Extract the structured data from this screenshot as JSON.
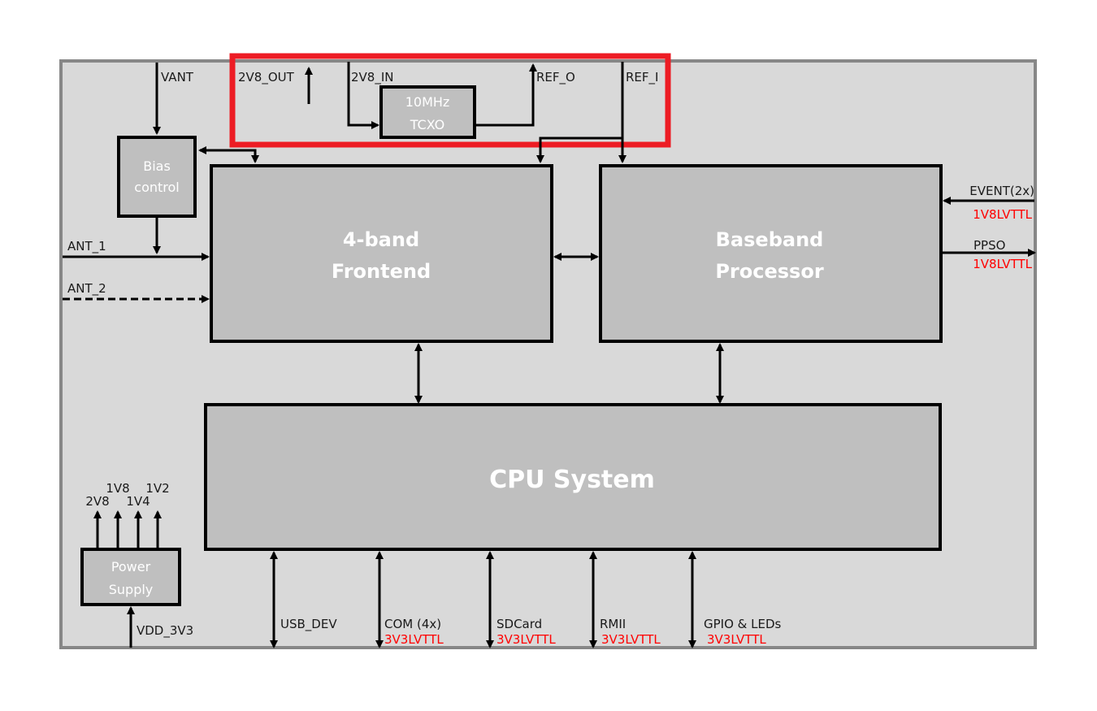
{
  "colors": {
    "background": "#d9d9d9",
    "frame": "#878787",
    "block_fill": "#bfbfbf",
    "highlight": "#ed1c24",
    "signal_level": "#ff0000"
  },
  "blocks": {
    "tcxo": {
      "line1": "10MHz",
      "line2": "TCXO"
    },
    "bias": {
      "line1": "Bias",
      "line2": "control"
    },
    "frontend": {
      "line1": "4-band",
      "line2": "Frontend"
    },
    "baseband": {
      "line1": "Baseband",
      "line2": "Processor"
    },
    "cpu": {
      "line1": "CPU System"
    },
    "power": {
      "line1": "Power",
      "line2": "Supply"
    }
  },
  "signals": {
    "vant": "VANT",
    "v2v8_out": "2V8_OUT",
    "v2v8_in": "2V8_IN",
    "ref_o": "REF_O",
    "ref_i": "REF_I",
    "ant_1": "ANT_1",
    "ant_2": "ANT_2",
    "event": {
      "name": "EVENT(2x)",
      "level": "1V8LVTTL"
    },
    "ppso": {
      "name": "PPSO",
      "level": "1V8LVTTL"
    },
    "vdd": "VDD_3V3",
    "power_outputs": [
      "2V8",
      "1V8",
      "1V4",
      "1V2"
    ]
  },
  "cpu_interfaces": [
    {
      "name": "USB_DEV",
      "level": ""
    },
    {
      "name": "COM (4x)",
      "level": "3V3LVTTL"
    },
    {
      "name": "SDCard",
      "level": "3V3LVTTL"
    },
    {
      "name": "RMII",
      "level": "3V3LVTTL"
    },
    {
      "name": "GPIO & LEDs",
      "level": "3V3LVTTL"
    }
  ]
}
